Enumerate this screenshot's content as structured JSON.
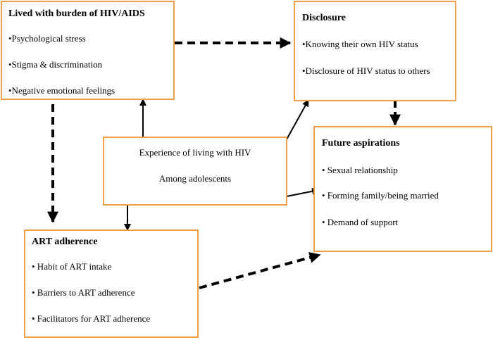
{
  "lived_burden": {
    "title": "Lived with burden of HIV/AIDS",
    "items": [
      "•Psychological stress",
      "•Stigma & discrimination",
      "•Negative emotional feelings"
    ]
  },
  "disclosure": {
    "title": "Disclosure",
    "items": [
      "•Knowing their own HIV status",
      "•Disclosure of HIV status to others"
    ]
  },
  "central": {
    "line1": "Experience of living with HIV",
    "line2": "Among adolescents"
  },
  "future": {
    "title": "Future aspirations",
    "items": [
      "• Sexual relationship",
      "• Forming family/being married",
      "• Demand of support"
    ]
  },
  "art": {
    "title": "ART adherence",
    "items": [
      "• Habit of ART intake",
      "• Barriers to ART adherence",
      "• Facilitators for ART adherence"
    ]
  },
  "colors": {
    "box_border": "#F0A04B",
    "arrow": "#000000"
  }
}
